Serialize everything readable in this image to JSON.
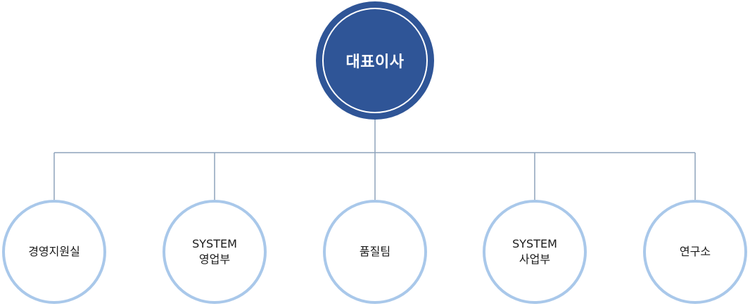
{
  "root": {
    "label": "대표이사"
  },
  "children": [
    {
      "lines": [
        "경영지원실"
      ]
    },
    {
      "lines": [
        "SYSTEM",
        "영업부"
      ]
    },
    {
      "lines": [
        "품질팀"
      ]
    },
    {
      "lines": [
        "SYSTEM",
        "사업부"
      ]
    },
    {
      "lines": [
        "연구소"
      ]
    }
  ],
  "colors": {
    "root_fill": "#2f5597",
    "root_inner_ring": "#ffffff",
    "child_border": "#a9c8ea",
    "connector": "#8ea3bb"
  }
}
